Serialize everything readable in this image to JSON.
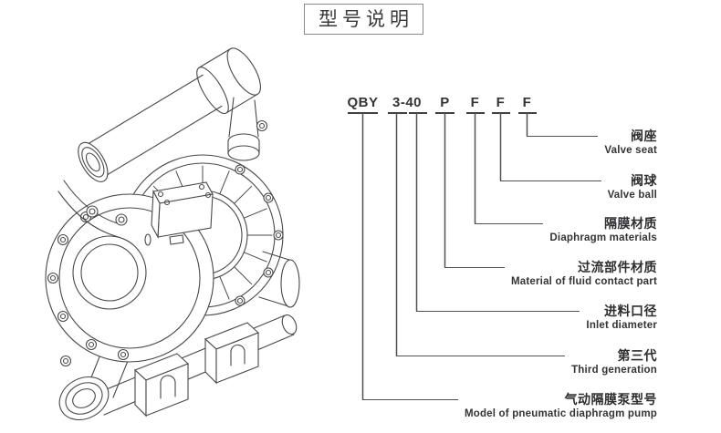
{
  "title": "型号说明",
  "model_code": {
    "segments": [
      "QBY",
      "3-40",
      "P",
      "F",
      "F",
      "F"
    ]
  },
  "labels": [
    {
      "zh": "阀座",
      "en": "Valve seat"
    },
    {
      "zh": "阀球",
      "en": "Valve ball"
    },
    {
      "zh": "隔膜材质",
      "en": "Diaphragm materials"
    },
    {
      "zh": "过流部件材质",
      "en": "Material of fluid contact part"
    },
    {
      "zh": "进料口径",
      "en": "Inlet diameter"
    },
    {
      "zh": "第三代",
      "en": "Third generation"
    },
    {
      "zh": "气动隔膜泵型号",
      "en": "Model of pneumatic diaphragm pump"
    }
  ],
  "illustration": {
    "name": "pneumatic-diaphragm-pump-line-drawing"
  },
  "colors": {
    "line": "#48484a",
    "leader": "#515153",
    "text": "#2e2e30",
    "border": "#8a8a8c",
    "background": "#ffffff"
  }
}
